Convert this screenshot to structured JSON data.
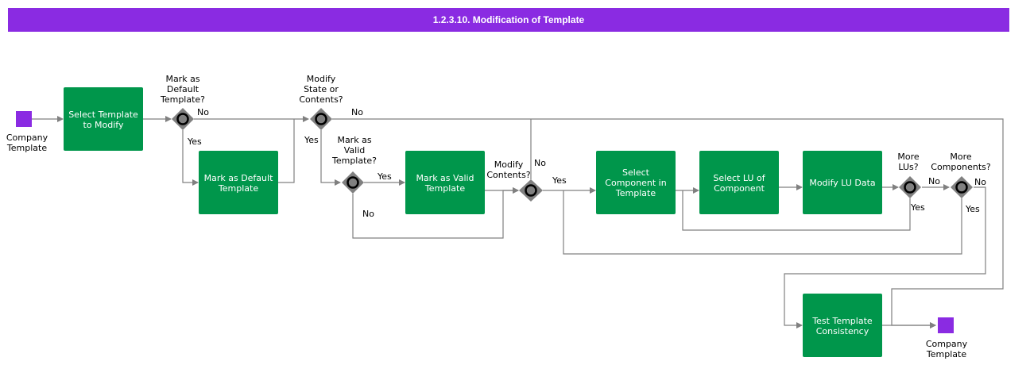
{
  "title": "1.2.3.10. Modification of Template",
  "colors": {
    "title_bar": "#8a2be2",
    "task": "#00964b",
    "event": "#8a2be2",
    "gateway": "#808080",
    "edge": "#808080"
  },
  "events": {
    "start": {
      "label": [
        "Company",
        "Template"
      ]
    },
    "end": {
      "label": [
        "Company",
        "Template"
      ]
    }
  },
  "tasks": {
    "select_template": [
      "Select Template",
      "to Modify"
    ],
    "mark_default": [
      "Mark as Default",
      "Template"
    ],
    "mark_valid": [
      "Mark as Valid",
      "Template"
    ],
    "select_component": [
      "Select",
      "Component in",
      "Template"
    ],
    "select_lu": [
      "Select LU of",
      "Component"
    ],
    "modify_lu": [
      "Modify LU Data"
    ],
    "test_consistency": [
      "Test Template",
      "Consistency"
    ]
  },
  "gateways": {
    "g1": [
      "Mark as",
      "Default",
      "Template?"
    ],
    "g2": [
      "Modify",
      "State or",
      "Contents?"
    ],
    "g3": [
      "Mark as",
      "Valid",
      "Template?"
    ],
    "g4": [
      "Modify",
      "Contents?"
    ],
    "g5": [
      "More",
      "LUs?"
    ],
    "g6": [
      "More",
      "Components?"
    ]
  },
  "edge_labels": {
    "g1_no": "No",
    "g1_yes": "Yes",
    "g2_no": "No",
    "g2_yes": "Yes",
    "g3_yes": "Yes",
    "g3_no": "No",
    "g4_no": "No",
    "g4_yes": "Yes",
    "g5_no": "No",
    "g5_yes": "Yes",
    "g6_no": "No",
    "g6_yes": "Yes"
  }
}
